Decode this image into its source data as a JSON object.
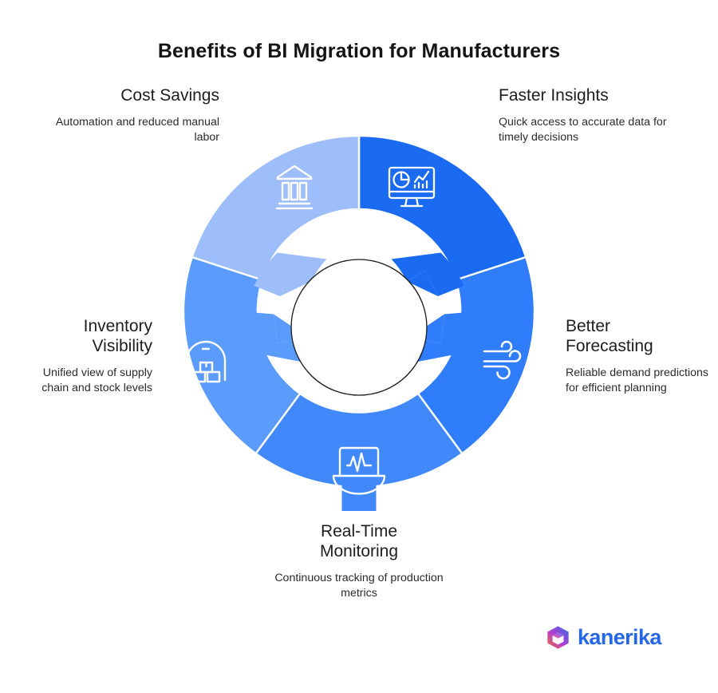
{
  "page": {
    "title": "Benefits of BI Migration for Manufacturers"
  },
  "brand": {
    "name": "kanerika",
    "mark_icon": "cube-icon",
    "mark_colors": [
      "#f2762e",
      "#b43ad0",
      "#2f6ee8"
    ],
    "word_color": "#2667e8"
  },
  "diagram": {
    "type": "cycle-donut",
    "center_circle": {
      "stroke": "#1a1a1a",
      "fill": "#ffffff"
    },
    "segments": [
      {
        "id": "faster-insights",
        "title": "Faster Insights",
        "description": "Quick access to accurate data for timely decisions",
        "color": "#1a6bf2",
        "icon": "monitor-dashboard-icon",
        "position": "top-right",
        "start_angle": 0,
        "end_angle": 72
      },
      {
        "id": "better-forecasting",
        "title": "Better Forecasting",
        "description": "Reliable demand predictions for efficient planning",
        "color": "#2f7dfb",
        "icon": "wind-icon",
        "position": "right",
        "start_angle": 72,
        "end_angle": 144
      },
      {
        "id": "real-time-monitoring",
        "title": "Real-Time Monitoring",
        "description": "Continuous tracking of production metrics",
        "color": "#4189fb",
        "icon": "laptop-pulse-icon",
        "position": "bottom",
        "start_angle": 144,
        "end_angle": 216
      },
      {
        "id": "inventory-visibility",
        "title": "Inventory Visibility",
        "description": "Unified view of supply chain and stock levels",
        "color": "#5b9bfc",
        "icon": "warehouse-boxes-icon",
        "position": "left",
        "start_angle": 216,
        "end_angle": 288
      },
      {
        "id": "cost-savings",
        "title": "Cost Savings",
        "description": "Automation and reduced manual labor",
        "color": "#9dbefa",
        "icon": "bank-building-icon",
        "position": "top-left",
        "start_angle": 288,
        "end_angle": 360
      }
    ],
    "callouts": {
      "cost_savings": {
        "title": "Cost Savings",
        "description": "Automation and reduced manual labor"
      },
      "faster_insights": {
        "title": "Faster Insights",
        "description": "Quick access to accurate data for timely decisions"
      },
      "inventory_visibility": {
        "title_line1": "Inventory",
        "title_line2": "Visibility",
        "description": "Unified view of supply chain and stock levels"
      },
      "better_forecasting": {
        "title_line1": "Better",
        "title_line2": "Forecasting",
        "description": "Reliable demand predictions for efficient planning"
      },
      "real_time_monitoring": {
        "title_line1": "Real-Time",
        "title_line2": "Monitoring",
        "description": "Continuous tracking of production metrics"
      }
    }
  }
}
